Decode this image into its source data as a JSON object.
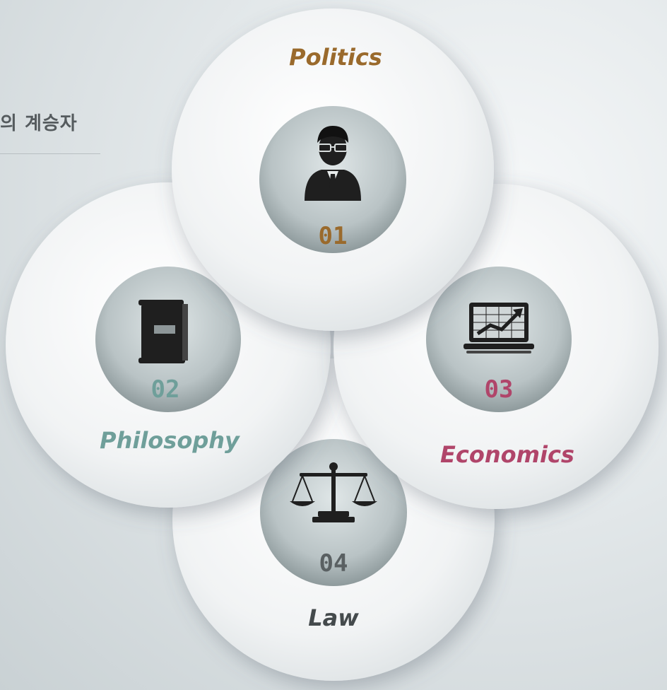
{
  "header": {
    "text": "의 계승자"
  },
  "rings": [
    {
      "id": "politics",
      "label": "Politics",
      "number": "01",
      "color": "#9a6a2c",
      "icon": "person-icon"
    },
    {
      "id": "philosophy",
      "label": "Philosophy",
      "number": "02",
      "color": "#6f9f9a",
      "icon": "book-icon"
    },
    {
      "id": "economics",
      "label": "Economics",
      "number": "03",
      "color": "#b0456a",
      "icon": "laptop-chart-icon"
    },
    {
      "id": "law",
      "label": "Law",
      "number": "04",
      "color": "#5a6062",
      "icon": "scales-icon"
    }
  ]
}
